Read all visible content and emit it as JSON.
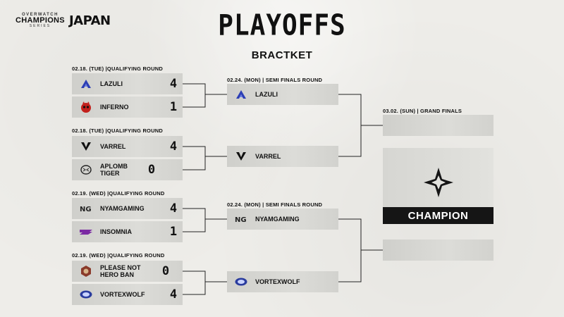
{
  "header": {
    "logo_overwatch": "OVERWATCH",
    "logo_champions": "CHAMPIONS",
    "logo_series": "SERIES",
    "logo_japan": "JAPAN",
    "title": "PLAYOFFS",
    "subtitle": "BRACTKET"
  },
  "rounds": {
    "qualifying_1": "02.18. (TUE) |QUALIFYING ROUND",
    "qualifying_2": "02.18. (TUE) |QUALIFYING ROUND",
    "qualifying_3": "02.19. (WED) |QUALIFYING ROUND",
    "qualifying_4": "02.19. (WED) |QUALIFYING ROUND",
    "semi_1": "02.24. (MON) | SEMI FINALS ROUND",
    "semi_2": "02.24. (MON) | SEMI FINALS ROUND",
    "grand_finals": "03.02. (SUN) | GRAND FINALS"
  },
  "qualifying": [
    {
      "team": "LAZULI",
      "score": "4",
      "logo": "lazuli-logo-icon"
    },
    {
      "team": "INFERNO",
      "score": "1",
      "logo": "inferno-logo-icon"
    },
    {
      "team": "VARREL",
      "score": "4",
      "logo": "varrel-logo-icon"
    },
    {
      "team": "APLOMB TIGER",
      "score": "0",
      "logo": "aplomb-tiger-logo-icon"
    },
    {
      "team": "NYAMGAMING",
      "score": "4",
      "logo": "nyamgaming-logo-icon"
    },
    {
      "team": "INSOMNIA",
      "score": "1",
      "logo": "insomnia-logo-icon"
    },
    {
      "team": "PLEASE NOT HERO BAN",
      "score": "0",
      "logo": "please-not-hero-ban-logo-icon"
    },
    {
      "team": "VORTEXWOLF",
      "score": "4",
      "logo": "vortexwolf-logo-icon"
    }
  ],
  "semis": [
    {
      "team": "LAZULI"
    },
    {
      "team": "VARREL"
    },
    {
      "team": "NYAMGAMING"
    },
    {
      "team": "VORTEXWOLF"
    }
  ],
  "champion": {
    "label": "CHAMPION",
    "icon": "champion-star-icon"
  },
  "colors": {
    "accent_blue": "#2d3fb5",
    "inferno_red": "#c2201c",
    "insomnia_purple": "#7b2aa3",
    "dark": "#151515"
  }
}
